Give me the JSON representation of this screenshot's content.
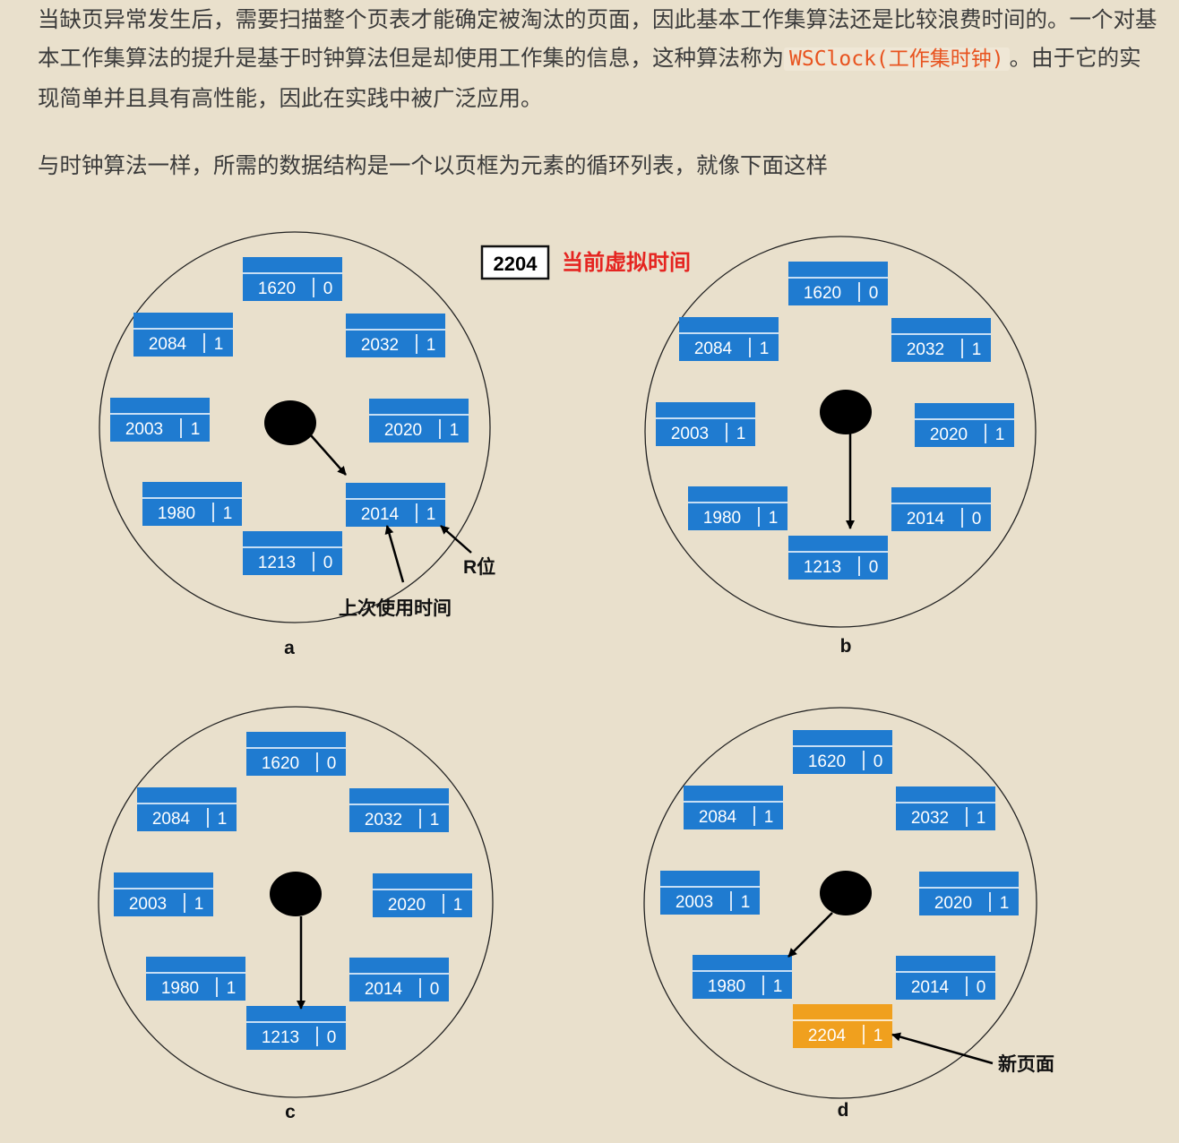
{
  "text": {
    "p1_part1": "当缺页异常发生后，需要扫描整个页表才能确定被淘汰的页面，因此基本工作集算法还是比较浪费时间的。一个对基本工作集算法的提升是基于时钟算法但是却使用工作集的信息，这种算法称为",
    "p1_code": "WSClock(工作集时钟)",
    "p1_part2": "。由于它的实现简单并且具有高性能，因此在实践中被广泛应用。",
    "p2": "与时钟算法一样，所需的数据结构是一个以页框为元素的循环列表，就像下面这样"
  },
  "diagram": {
    "current_time_value": "2204",
    "current_time_label": "当前虚拟时间",
    "annotations": {
      "last_use": "上次使用时间",
      "r_bit": "R位",
      "new_page": "新页面"
    },
    "colors": {
      "frame": "#1f7bd0",
      "frame_new": "#f0a01e",
      "label_red": "#e52420",
      "background": "#e9e0cc"
    },
    "panels": [
      {
        "label": "a",
        "frames": [
          {
            "time": "1620",
            "r": "0"
          },
          {
            "time": "2032",
            "r": "1"
          },
          {
            "time": "2020",
            "r": "1"
          },
          {
            "time": "2014",
            "r": "1"
          },
          {
            "time": "1213",
            "r": "0"
          },
          {
            "time": "1980",
            "r": "1"
          },
          {
            "time": "2003",
            "r": "1"
          },
          {
            "time": "2084",
            "r": "1"
          }
        ]
      },
      {
        "label": "b",
        "frames": [
          {
            "time": "1620",
            "r": "0"
          },
          {
            "time": "2032",
            "r": "1"
          },
          {
            "time": "2020",
            "r": "1"
          },
          {
            "time": "2014",
            "r": "0"
          },
          {
            "time": "1213",
            "r": "0"
          },
          {
            "time": "1980",
            "r": "1"
          },
          {
            "time": "2003",
            "r": "1"
          },
          {
            "time": "2084",
            "r": "1"
          }
        ]
      },
      {
        "label": "c",
        "frames": [
          {
            "time": "1620",
            "r": "0"
          },
          {
            "time": "2032",
            "r": "1"
          },
          {
            "time": "2020",
            "r": "1"
          },
          {
            "time": "2014",
            "r": "0"
          },
          {
            "time": "1213",
            "r": "0"
          },
          {
            "time": "1980",
            "r": "1"
          },
          {
            "time": "2003",
            "r": "1"
          },
          {
            "time": "2084",
            "r": "1"
          }
        ]
      },
      {
        "label": "d",
        "frames": [
          {
            "time": "1620",
            "r": "0"
          },
          {
            "time": "2032",
            "r": "1"
          },
          {
            "time": "2020",
            "r": "1"
          },
          {
            "time": "2014",
            "r": "0"
          },
          {
            "time": "2204",
            "r": "1",
            "new": true
          },
          {
            "time": "1980",
            "r": "1"
          },
          {
            "time": "2003",
            "r": "1"
          },
          {
            "time": "2084",
            "r": "1"
          }
        ]
      }
    ]
  }
}
